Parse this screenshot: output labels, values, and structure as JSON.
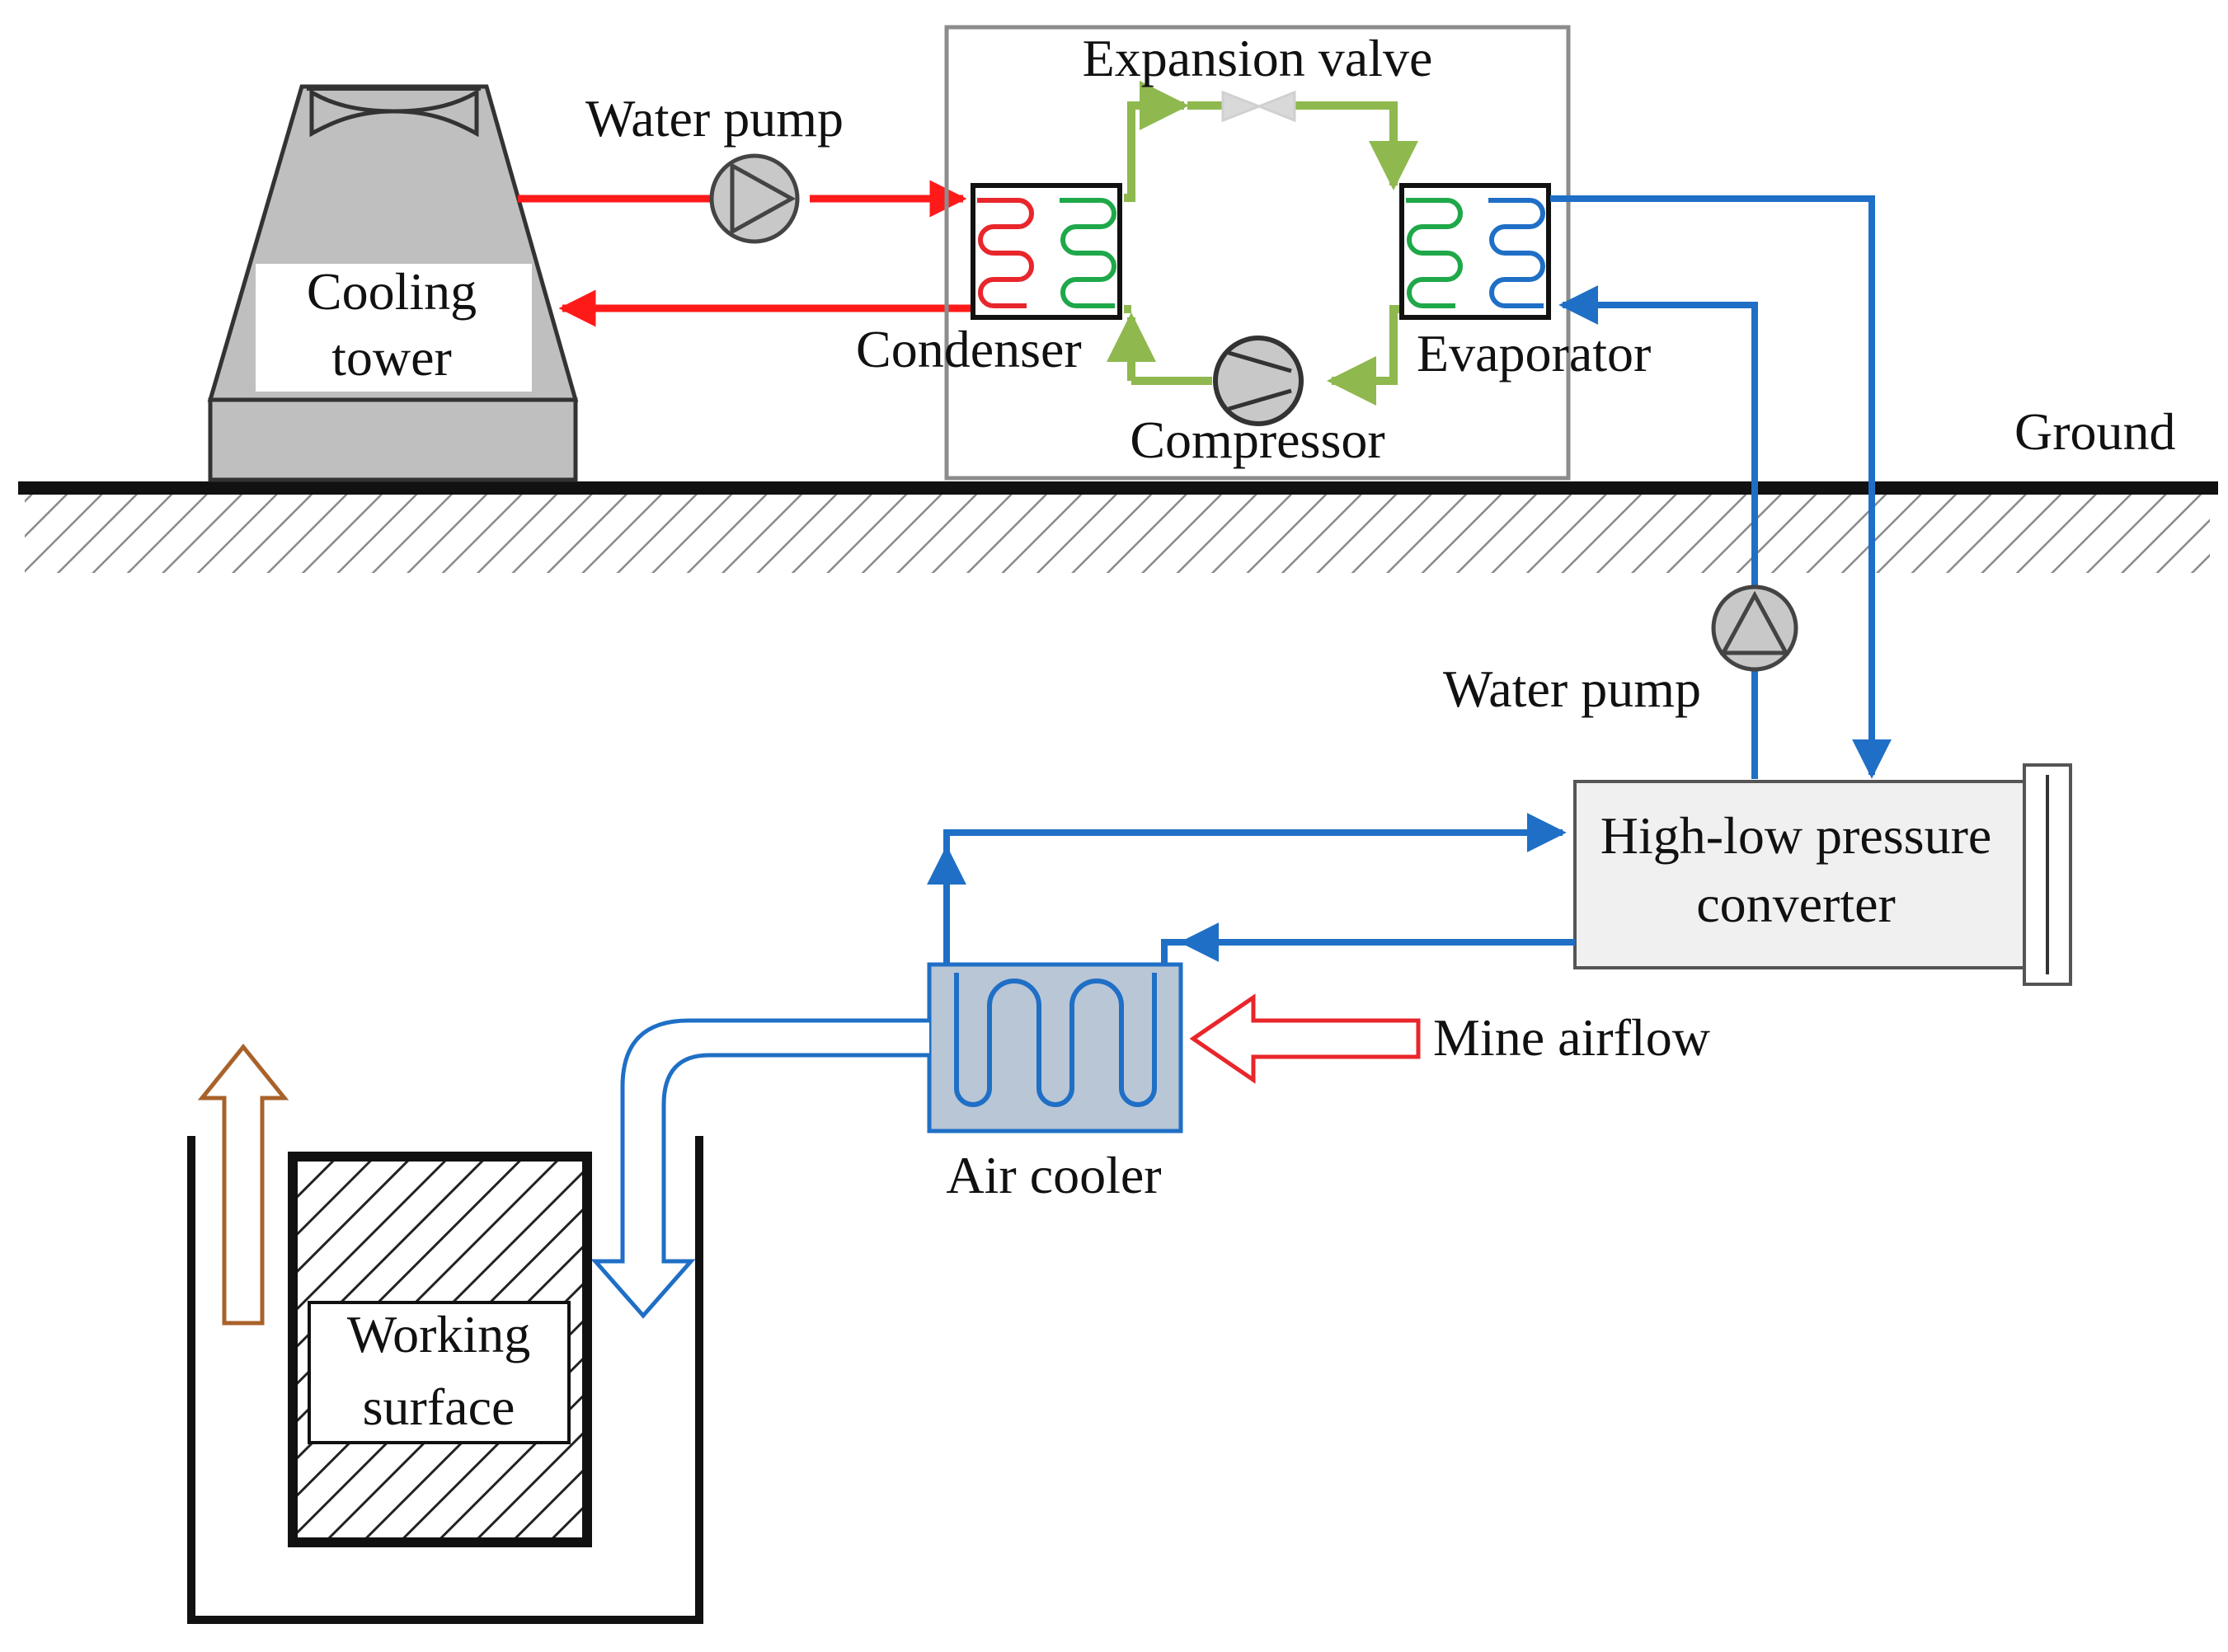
{
  "labels": {
    "water_pump_top": "Water pump",
    "expansion_valve": "Expansion valve",
    "cooling_line1": "Cooling",
    "cooling_line2": "tower",
    "condenser": "Condenser",
    "evaporator": "Evaporator",
    "compressor": "Compressor",
    "ground": "Ground",
    "water_pump_right": "Water pump",
    "converter_line1": "High-low pressure",
    "converter_line2": "converter",
    "mine_airflow": "Mine airflow",
    "air_cooler": "Air cooler",
    "working_line1": "Working",
    "working_line2": "surface"
  },
  "colors": {
    "hot_water": "#ff1a1a",
    "cold_water": "#1f6fc6",
    "refrigerant": "#8fb84f",
    "condenser_coil_hot": "#e8262b",
    "coil_green": "#1fa84a",
    "coil_blue": "#1f6fc6",
    "return_air": "#a8622a",
    "equipment_gray": "#bfbfbf",
    "air_cooler_fill": "#b9c6d6",
    "converter_fill": "#f0f0f0"
  }
}
